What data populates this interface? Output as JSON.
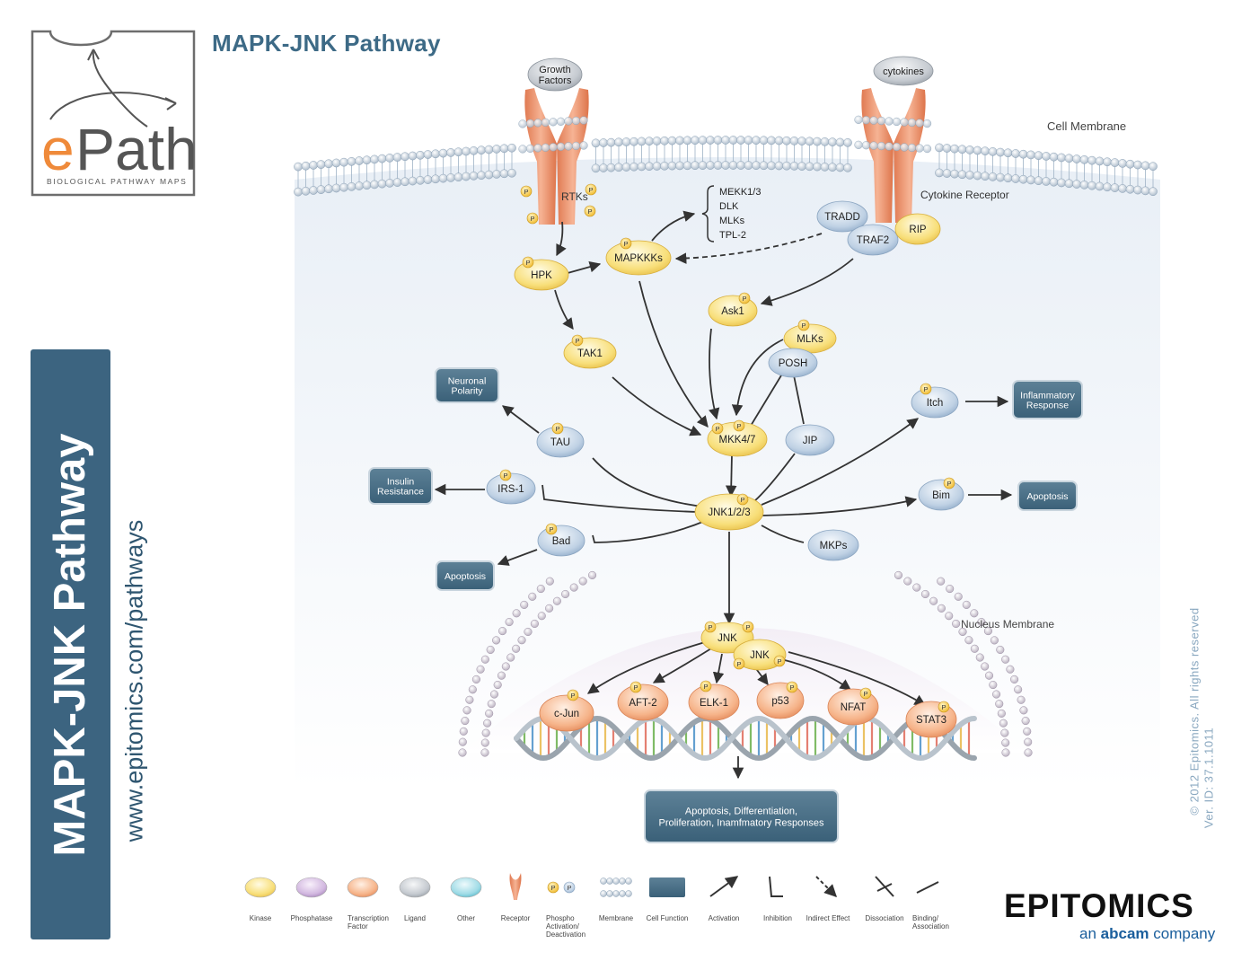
{
  "header": {
    "logo_name": "ePath",
    "logo_tagline": "BIOLOGICAL PATHWAY MAPS",
    "title": "MAPK-JNK Pathway"
  },
  "sidebar": {
    "title": "MAPK-JNK Pathway",
    "url": "www.epitomics.com/pathways"
  },
  "footer": {
    "copyright": "© 2012 Epitomics. All rights reserved",
    "version": "Ver. ID: 37.1.1011",
    "brand": "EPITOMICS",
    "brand_prefix": "an",
    "brand_parent": "abcam",
    "brand_suffix": "company"
  },
  "colors": {
    "kinase": "#f6dd7a",
    "phosphatase": "#c8a8d8",
    "transcription_factor": "#f3aa7e",
    "ligand": "#b9bfc6",
    "other": "#8fd2e0",
    "receptor": "#e88b63",
    "protein_blue": "#b4c9df",
    "cell_function": "#3f6880",
    "phospho": "#f2c740",
    "title_blue": "#3d6a86"
  },
  "diagram": {
    "regions": {
      "cell_membrane": "Cell Membrane",
      "nucleus_membrane": "Nucleus Membrane",
      "cytokine_receptor": "Cytokine Receptor"
    },
    "mapkkk_members": [
      "MEKK1/3",
      "DLK",
      "MLKs",
      "TPL-2"
    ],
    "ligands": {
      "growth_factors": "Growth Factors",
      "cytokines": "cytokines"
    },
    "receptors": {
      "rtks": "RTKs"
    },
    "phospho_label": "P",
    "nodes": {
      "hpk": "HPK",
      "mapkkks": "MAPKKKs",
      "tak1": "TAK1",
      "ask1": "Ask1",
      "mlks": "MLKs",
      "posh": "POSH",
      "tradd": "TRADD",
      "traf2": "TRAF2",
      "rip": "RIP",
      "mkk47": "MKK4/7",
      "jip": "JIP",
      "tau": "TAU",
      "irs1": "IRS-1",
      "bad": "Bad",
      "jnk123": "JNK1/2/3",
      "mkps": "MKPs",
      "itch": "Itch",
      "bim": "Bim",
      "jnk_a": "JNK",
      "jnk_b": "JNK",
      "cjun": "c-Jun",
      "aft2": "AFT-2",
      "elk1": "ELK-1",
      "p53": "p53",
      "nfat": "NFAT",
      "stat3": "STAT3"
    },
    "outcomes": {
      "neuronal_polarity": "Neuronal Polarity",
      "insulin_resistance": "Insulin Resistance",
      "apoptosis_bad": "Apoptosis",
      "inflammatory_response": "Inflammatory Response",
      "apoptosis_bim": "Apoptosis",
      "final": "Apoptosis, Differentiation, Proliferation, Inamfmatory Responses"
    }
  },
  "legend": [
    {
      "label": "Kinase",
      "icon": "kinase-icon"
    },
    {
      "label": "Phosphatase",
      "icon": "phosphatase-icon"
    },
    {
      "label": "Transcription Factor",
      "icon": "transcription-factor-icon"
    },
    {
      "label": "Ligand",
      "icon": "ligand-icon"
    },
    {
      "label": "Other",
      "icon": "other-icon"
    },
    {
      "label": "Receptor",
      "icon": "receptor-icon"
    },
    {
      "label": "Phospho Activation/ Deactivation",
      "icon": "phospho-icon"
    },
    {
      "label": "Membrane",
      "icon": "membrane-icon"
    },
    {
      "label": "Cell Function",
      "icon": "cell-function-icon"
    },
    {
      "label": "Activation",
      "icon": "activation-arrow-icon"
    },
    {
      "label": "Inhibition",
      "icon": "inhibition-icon"
    },
    {
      "label": "Indirect Effect",
      "icon": "indirect-effect-icon"
    },
    {
      "label": "Dissociation",
      "icon": "dissociation-icon"
    },
    {
      "label": "Binding/ Association",
      "icon": "binding-icon"
    }
  ]
}
